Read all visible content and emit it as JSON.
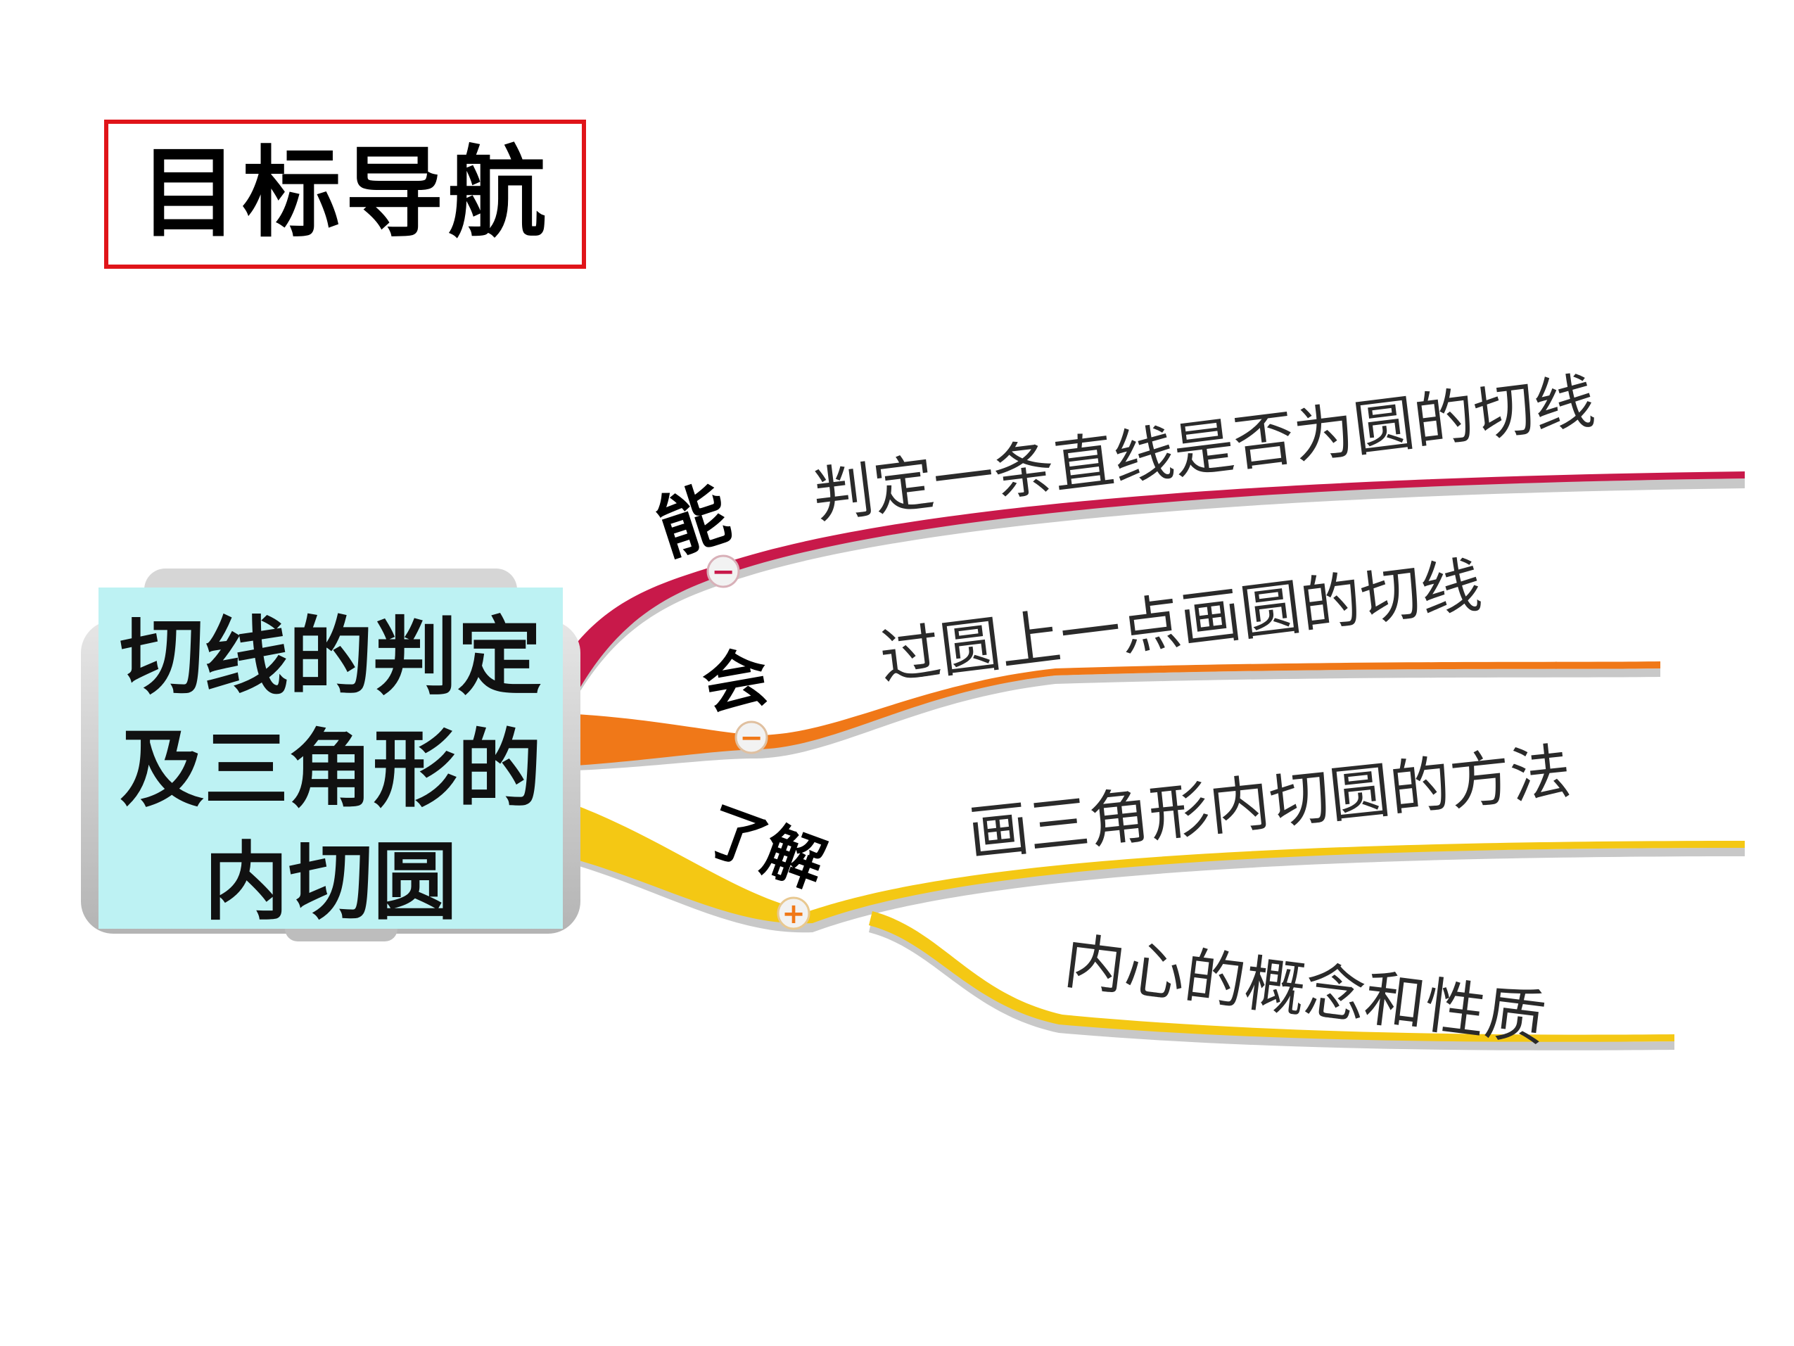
{
  "title": "目标导航",
  "center_topic": {
    "lines": [
      "切线的判定",
      "及三角形的",
      "内切圆"
    ],
    "fill": "#bdf2f3"
  },
  "branches": [
    {
      "label": "能",
      "color": "#c8194a",
      "marker": "−",
      "items": [
        "判定一条直线是否为圆的切线"
      ]
    },
    {
      "label": "会",
      "color": "#f07818",
      "marker": "−",
      "items": [
        "过圆上一点画圆的切线"
      ]
    },
    {
      "label": "了解",
      "color": "#f4c814",
      "marker": "+",
      "items": [
        "画三角形内切圆的方法",
        "内心的概念和性质"
      ]
    }
  ]
}
